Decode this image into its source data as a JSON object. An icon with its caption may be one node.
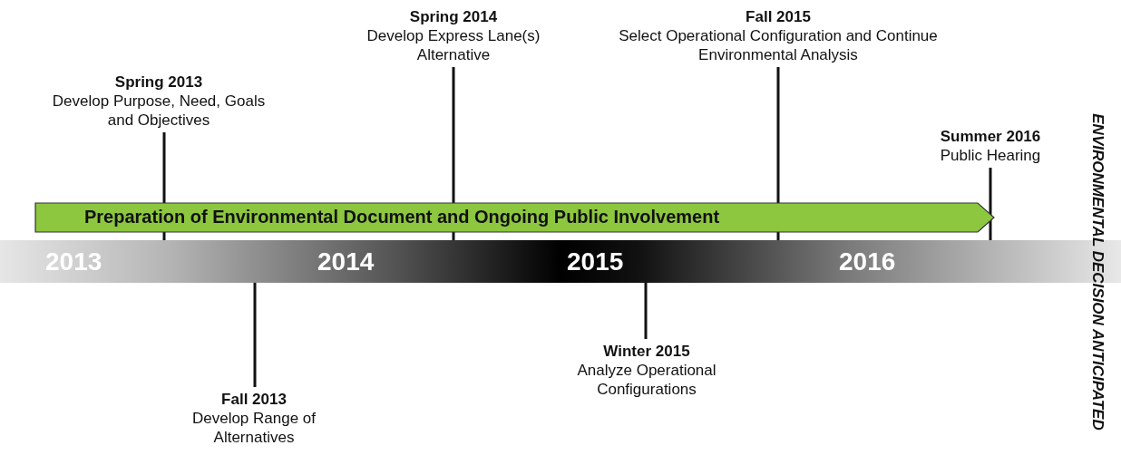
{
  "diagram": {
    "nodes": [
      {
        "text": [
          "2013",
          "2014",
          "2015",
          "2016"
        ]
      },
      {
        "text": [
          "Preparation of Environmental Document and Ongoing Public Involvement"
        ]
      },
      {
        "text": [
          "Spring 2013",
          "Develop Purpose, Need, Goals and Objectives"
        ]
      },
      {
        "text": [
          "Spring 2014",
          "Develop Express Lane(s) Alternative"
        ]
      },
      {
        "text": [
          "Fall 2015",
          "Select Operational Configuration and Continue Environmental Analysis"
        ]
      },
      {
        "text": [
          "Summer 2016",
          "Public Hearing"
        ]
      },
      {
        "text": [
          "Fall 2013",
          "Develop Range of Alternatives"
        ]
      },
      {
        "text": [
          "Winter 2015",
          "Analyze Operational Configurations"
        ]
      }
    ],
    "edges": [
      {
        "from": 2,
        "to": 0,
        "arrow": "none"
      },
      {
        "from": 3,
        "to": 0,
        "arrow": "none"
      },
      {
        "from": 4,
        "to": 0,
        "arrow": "none"
      },
      {
        "from": 5,
        "to": 0,
        "arrow": "none"
      },
      {
        "from": 6,
        "to": 0,
        "arrow": "none"
      },
      {
        "from": 7,
        "to": 0,
        "arrow": "none"
      }
    ],
    "labels": [
      "ENVIRONMENTAL DECISION ANTICIPATED"
    ]
  }
}
